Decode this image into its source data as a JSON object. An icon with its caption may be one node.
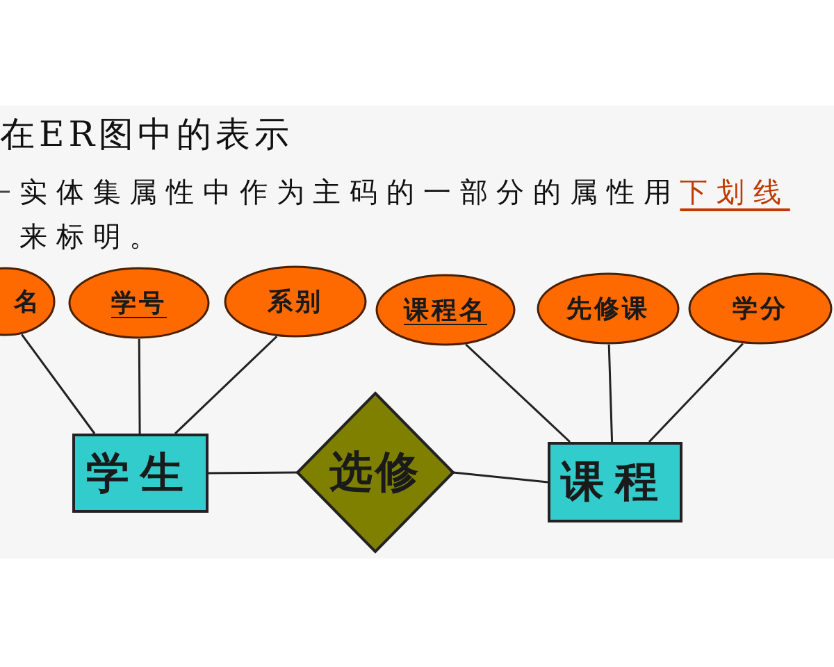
{
  "diagram": {
    "title": "在ER图中的表示",
    "nodes": [
      {
        "text": [
          "名"
        ]
      },
      {
        "text": [
          "学号"
        ]
      },
      {
        "text": [
          "系别"
        ]
      },
      {
        "text": [
          "课程名"
        ]
      },
      {
        "text": [
          "先修课"
        ]
      },
      {
        "text": [
          "学分"
        ]
      },
      {
        "text": [
          "学生"
        ]
      },
      {
        "text": [
          "选修"
        ]
      },
      {
        "text": [
          "课程"
        ]
      }
    ],
    "edges": [
      {
        "from": 0,
        "to": 6,
        "arrow": "none"
      },
      {
        "from": 1,
        "to": 6,
        "arrow": "none"
      },
      {
        "from": 2,
        "to": 6,
        "arrow": "none"
      },
      {
        "from": 3,
        "to": 8,
        "arrow": "none"
      },
      {
        "from": 4,
        "to": 8,
        "arrow": "none"
      },
      {
        "from": 5,
        "to": 8,
        "arrow": "none"
      },
      {
        "from": 6,
        "to": 7,
        "arrow": "none"
      },
      {
        "from": 7,
        "to": 8,
        "arrow": "none"
      }
    ],
    "labels": [
      "实体集属性中作为主码的一部分的属性用**下划线**来标明。"
    ]
  }
}
